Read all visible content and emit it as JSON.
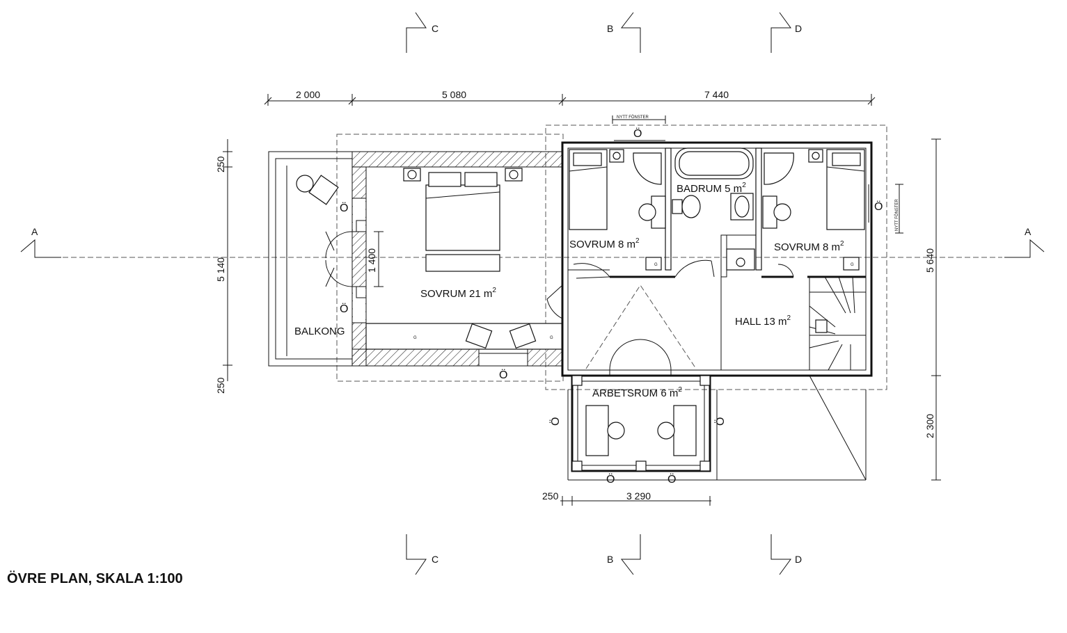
{
  "title": "ÖVRE PLAN, SKALA 1:100",
  "rooms": {
    "sovrum_large": "SOVRUM 21 m",
    "sovrum_left": "SOVRUM 8 m",
    "sovrum_right": "SOVRUM 8 m",
    "badrum": "BADRUM 5 m",
    "hall": "HALL 13 m",
    "arbetsrum": "ARBETSRUM 6 m",
    "balkong": "BALKONG",
    "sup": "2"
  },
  "dimensions": {
    "top": [
      "2 000",
      "5 080",
      "7 440"
    ],
    "left": [
      "250",
      "5 140",
      "250"
    ],
    "right": [
      "5 640",
      "2 300"
    ],
    "bottom": [
      "250",
      "3 290"
    ],
    "inner": "1 400"
  },
  "sections": {
    "a": "A",
    "b": "B",
    "c": "C",
    "d": "D"
  },
  "notes": {
    "nytt_fonster": "NYTT FÖNSTER",
    "window_mark": "Ö",
    "g_mark": "G"
  }
}
